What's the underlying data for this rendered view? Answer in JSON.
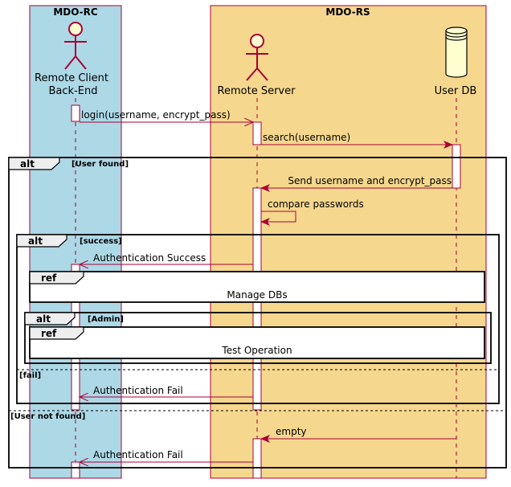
{
  "boxes": {
    "rc": {
      "title": "MDO-RC",
      "color": "#add8e6"
    },
    "rs": {
      "title": "MDO-RS",
      "color": "#f5d78e"
    }
  },
  "participants": {
    "client": {
      "label_line1": "Remote Client",
      "label_line2": "Back-End",
      "kind": "actor"
    },
    "server": {
      "label": "Remote Server",
      "kind": "actor"
    },
    "userdb": {
      "label": "User DB",
      "kind": "database"
    }
  },
  "messages": {
    "login": "login(username, encrypt_pass)",
    "search": "search(username)",
    "send_back": "Send username and encrypt_pass",
    "compare": "compare passwords",
    "auth_success": "Authentication Success",
    "auth_fail_1": "Authentication Fail",
    "empty": "empty",
    "auth_fail_2": "Authentication Fail"
  },
  "fragments": {
    "outer_alt": {
      "op": "alt",
      "guard1": "[User found]",
      "guard2": "[User not found]"
    },
    "inner_alt": {
      "op": "alt",
      "guard1": "[success]",
      "guard2": "[fail]"
    },
    "admin_alt": {
      "op": "alt",
      "guard1": "[Admin]"
    },
    "ref_manage": {
      "op": "ref",
      "text": "Manage DBs"
    },
    "ref_test": {
      "op": "ref",
      "text": "Test Operation"
    }
  },
  "colors": {
    "accent": "#a80036",
    "actor_fill": "#fefece",
    "frame_tab": "#eeeeee",
    "stroke": "#000000"
  }
}
